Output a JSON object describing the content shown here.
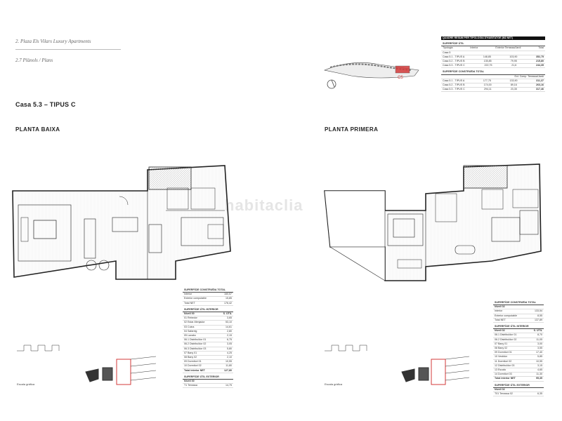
{
  "header": {
    "project": "2. Plaza Els Vilars Luxury Apartments",
    "section": "2.7 Plànols / Plans"
  },
  "title": "Casa 5.3 – TIPUS C",
  "plans": {
    "ground_floor": "PLANTA BAIXA",
    "first_floor": "PLANTA PRIMERA"
  },
  "location_key": {
    "label": "C5",
    "accent_color": "#d33a3a"
  },
  "watermark": "habitaclia",
  "scale_label": "Escala gràfica",
  "summary_table": {
    "title": "QUADRE RESUM PER TIPOLOGIA D'HABITATGE (M2 NET)",
    "sec1": "SUPERFÍCIE ÚTIL",
    "col_a": "Interior",
    "col_b": "Exterior Terrassa/Jardí",
    "col_c": "Total",
    "group": "Tipologia",
    "subgroup": "Casa 5",
    "rows1": [
      {
        "name": "Casa 5.1 - TIPUS A",
        "a": "148,85",
        "b": "103,90",
        "c": "352,75"
      },
      {
        "name": "Casa 5.2 - TIPUS B",
        "a": "135,85",
        "b": "79,95",
        "c": "215,80"
      },
      {
        "name": "Casa 5.3 - TIPUS C",
        "a": "222,75",
        "b": "21,6",
        "c": "244,35"
      }
    ],
    "sec2": "SUPERFÍCIE CONSTRUÏDA TOTAL",
    "col_b2": "Ext. Comp. Terrassa/Jardí",
    "rows2": [
      {
        "name": "Casa 5.1 - TIPUS A",
        "a": "177,75",
        "b": "133,90",
        "c": "311,37"
      },
      {
        "name": "Casa 5.2 - TIPUS B",
        "a": "174,00",
        "b": "89,16",
        "c": "263,16"
      },
      {
        "name": "Casa 5.3 - TIPUS C",
        "a": "294,11",
        "b": "23,35",
        "c": "317,46"
      }
    ]
  },
  "ground_table": {
    "sec1": "SUPERFÍCIE CONSTRUÏDA TOTAL",
    "r1": [
      {
        "name": "Interior",
        "v": "160,57"
      },
      {
        "name": "Exterior computable",
        "v": "15,85"
      },
      {
        "name": "Total NET",
        "v": "176,42"
      }
    ],
    "sec2": "SUPERFÍCIE ÚTIL INTERIOR",
    "sec2_col": "Nivell 00",
    "sec2_val": "S. ÚTIL",
    "r2": [
      {
        "name": "01   Rebedor",
        "v": "3,65"
      },
      {
        "name": "02   Estar-Menjador",
        "v": "53,10"
      },
      {
        "name": "03   Cuina",
        "v": "14,61"
      },
      {
        "name": "04   Safareig",
        "v": "2,80"
      },
      {
        "name": "05   Lavabo",
        "v": "2,15"
      },
      {
        "name": "06.1 Distribuïdor 01",
        "v": "6,75"
      },
      {
        "name": "06.2 Distribuïdor 02",
        "v": "3,05"
      },
      {
        "name": "06.3 Distribuïdor 03",
        "v": "5,80"
      },
      {
        "name": "07   Bany 01",
        "v": "4,25"
      },
      {
        "name": "08   Bany 02",
        "v": "2,10"
      },
      {
        "name": "09   Dormitori 01",
        "v": "10,55"
      },
      {
        "name": "10   Dormitori 02",
        "v": "11,80"
      }
    ],
    "total_label": "Total interior NET",
    "total_value": "127,80",
    "sec3": "SUPERFÍCIE ÚTIL EXTERIOR",
    "sec3_col": "Nivell 00",
    "r3": [
      {
        "name": "T1   Terrassa",
        "v": "14,75"
      }
    ]
  },
  "first_table": {
    "sec1": "SUPERFÍCIE CONSTRUÏDA TOTAL",
    "r1_head": "Nivell 02",
    "r1": [
      {
        "name": "Interior",
        "v": "133,54"
      },
      {
        "name": "Exterior computable",
        "v": "8,55"
      },
      {
        "name": "Total NET",
        "v": "137,89"
      }
    ],
    "sec2": "SUPERFÍCIE ÚTIL INTERIOR",
    "sec2_col": "Nivell 02",
    "sec2_val": "S. ÚTIL",
    "r2": [
      {
        "name": "06.1 Distribuïdor 01",
        "v": "8,70"
      },
      {
        "name": "06.2 Distribuïdor 02",
        "v": "11,05"
      },
      {
        "name": "07   Bany 01",
        "v": "3,00"
      },
      {
        "name": "08   Bany 02",
        "v": "3,55"
      },
      {
        "name": "09   Dormitori 01",
        "v": "17,40"
      },
      {
        "name": "10   Vestidor",
        "v": "5,85"
      },
      {
        "name": "11   Dormitori 02",
        "v": "10,55"
      },
      {
        "name": "12   Distribuïdor 03",
        "v": "3,15"
      },
      {
        "name": "13   Escala",
        "v": "4,65"
      },
      {
        "name": "14   Dormitori 03",
        "v": "11,30"
      }
    ],
    "total_label": "Total interior NET",
    "total_value": "95,35",
    "sec3": "SUPERFÍCIE ÚTIL EXTERIOR",
    "sec3_col": "Nivell 02",
    "r3": [
      {
        "name": "T01  Terrassa 02",
        "v": "6,35"
      }
    ]
  }
}
